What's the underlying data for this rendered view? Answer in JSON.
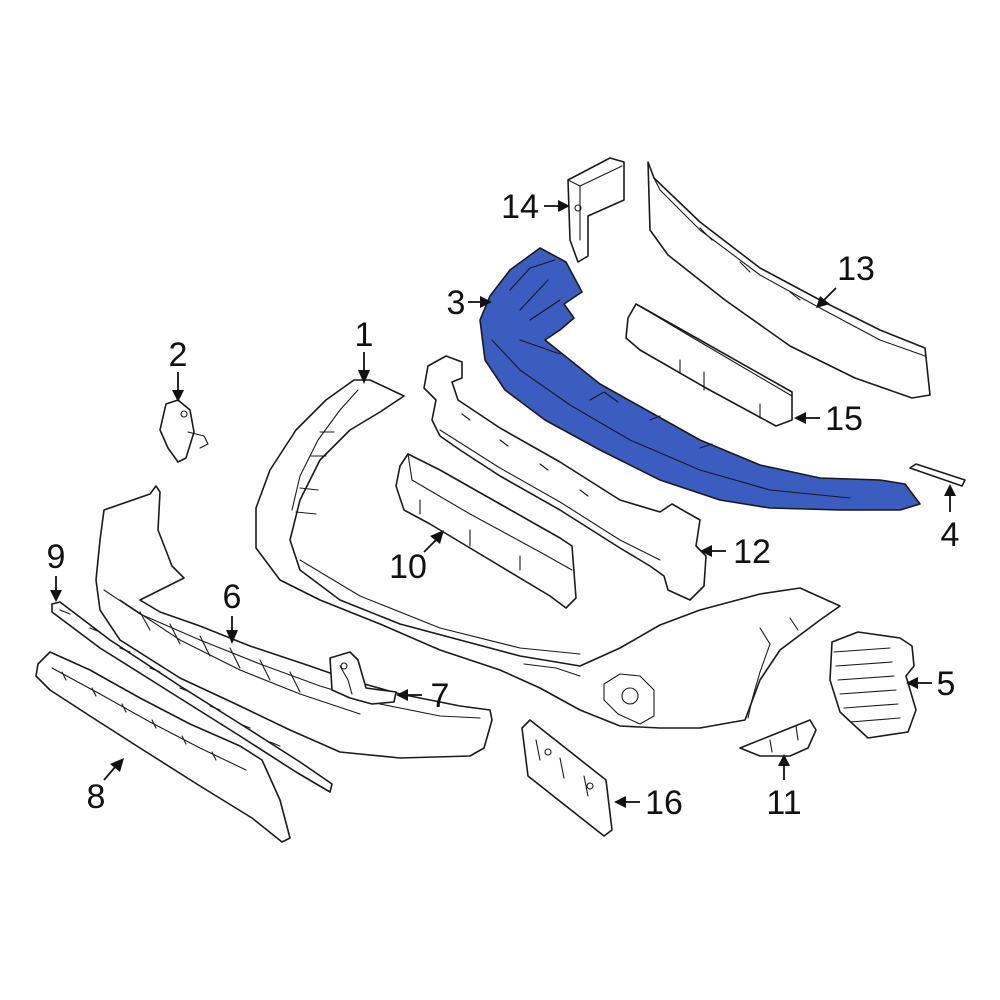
{
  "diagram": {
    "highlight_color": "#3a5dbf",
    "line_color": "#1a1a1a",
    "background": "#ffffff",
    "callouts": [
      {
        "id": "1",
        "label": "1"
      },
      {
        "id": "2",
        "label": "2"
      },
      {
        "id": "3",
        "label": "3"
      },
      {
        "id": "4",
        "label": "4"
      },
      {
        "id": "5",
        "label": "5"
      },
      {
        "id": "6",
        "label": "6"
      },
      {
        "id": "7",
        "label": "7"
      },
      {
        "id": "8",
        "label": "8"
      },
      {
        "id": "9",
        "label": "9"
      },
      {
        "id": "10",
        "label": "10"
      },
      {
        "id": "11",
        "label": "11"
      },
      {
        "id": "12",
        "label": "12"
      },
      {
        "id": "13",
        "label": "13"
      },
      {
        "id": "14",
        "label": "14"
      },
      {
        "id": "15",
        "label": "15"
      },
      {
        "id": "16",
        "label": "16"
      }
    ],
    "highlighted_part": "3"
  }
}
